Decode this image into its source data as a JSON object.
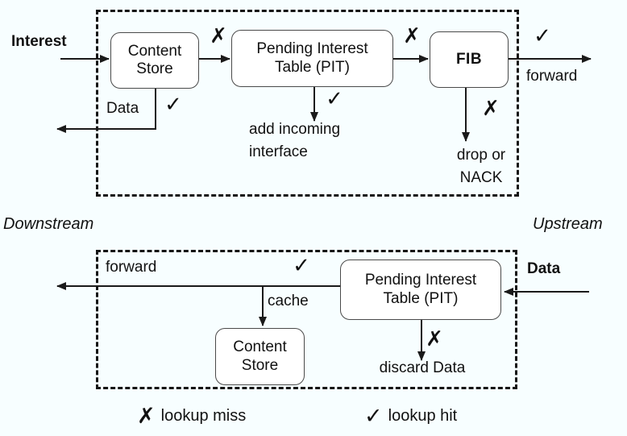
{
  "page": {
    "background": "#f7feff",
    "ink": "#111111"
  },
  "top_pipeline": {
    "input_label": "Interest",
    "nodes": {
      "content_store": "Content Store",
      "pit": "Pending Interest Table (PIT)",
      "fib": "FIB"
    },
    "cs_hit_label": "Data",
    "pit_hit_label": "add incoming\ninterface",
    "fib_hit_label": "forward",
    "fib_miss_label": "drop or\nNACK"
  },
  "middle": {
    "left_label": "Downstream",
    "right_label": "Upstream"
  },
  "bottom_pipeline": {
    "input_label": "Data",
    "nodes": {
      "pit": "Pending Interest Table (PIT)",
      "content_store": "Content Store"
    },
    "pit_hit_label": "forward",
    "cache_label": "cache",
    "pit_miss_label": "discard Data"
  },
  "icons": {
    "miss_glyph": "✗",
    "hit_glyph": "✓"
  },
  "legend": {
    "miss": "lookup miss",
    "hit": "lookup hit"
  }
}
